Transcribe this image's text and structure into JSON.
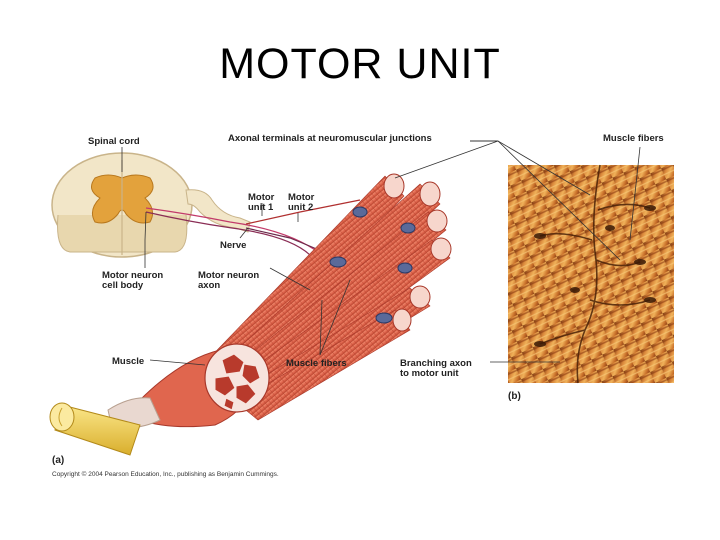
{
  "slide": {
    "title": "MOTOR UNIT"
  },
  "labels": {
    "spinal_cord": "Spinal cord",
    "axonal_terminals": "Axonal terminals at neuromuscular junctions",
    "muscle_fibers_top": "Muscle fibers",
    "motor_unit_1_line1": "Motor",
    "motor_unit_1_line2": "unit 1",
    "motor_unit_2_line1": "Motor",
    "motor_unit_2_line2": "unit 2",
    "nerve": "Nerve",
    "motor_neuron_cell_body_line1": "Motor neuron",
    "motor_neuron_cell_body_line2": "cell body",
    "motor_neuron_axon_line1": "Motor neuron",
    "motor_neuron_axon_line2": "axon",
    "muscle": "Muscle",
    "muscle_fibers_bottom": "Muscle fibers",
    "branching_axon_line1": "Branching axon",
    "branching_axon_line2": "to motor unit",
    "panel_a": "(a)",
    "panel_b": "(b)",
    "copyright": "Copyright © 2004 Pearson Education, Inc., publishing as Benjamin Cummings."
  },
  "colors": {
    "spinal_cord_white": "#f2e6c8",
    "spinal_cord_gray": "#e3a23c",
    "muscle_red": "#e0664e",
    "muscle_dark": "#b83a2c",
    "tendon": "#f0d060",
    "micrograph_orange": "#d98a3a"
  }
}
